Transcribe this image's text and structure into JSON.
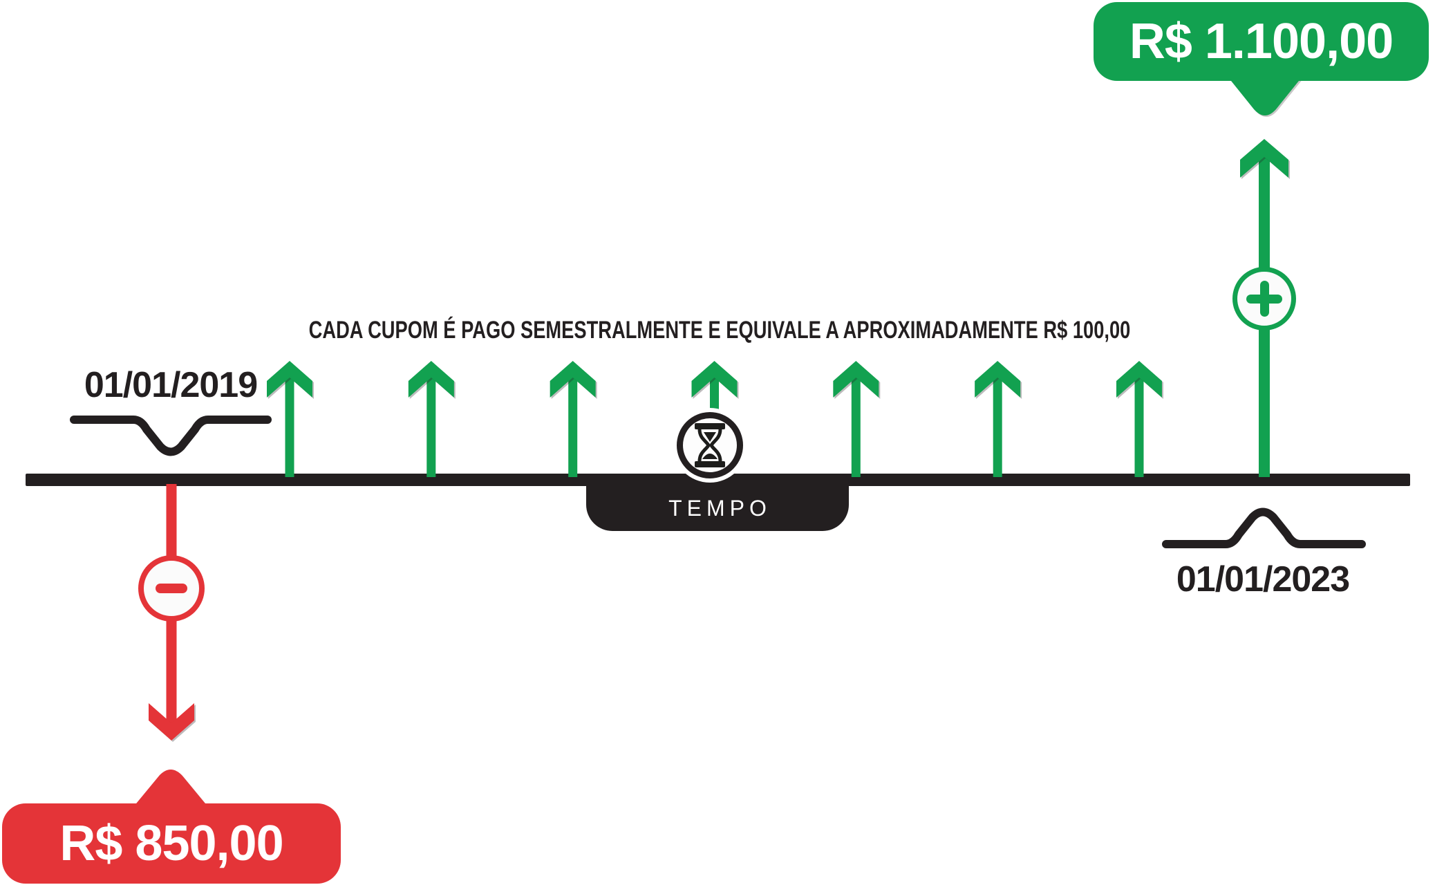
{
  "note": "CADA CUPOM É PAGO SEMESTRALMENTE E EQUIVALE A APROXIMADAMENTE R$ 100,00",
  "timeline": {
    "label": "TEMPO",
    "start_date": "01/01/2019",
    "end_date": "01/01/2023"
  },
  "purchase": {
    "amount": "R$ 850,00",
    "sign": "−"
  },
  "redemption": {
    "amount": "R$ 1.100,00",
    "sign": "+"
  },
  "coupons": {
    "count": 7
  },
  "icons": {
    "hourglass_icon": "⌛",
    "plus_icon": "+",
    "minus_icon": "−",
    "coupon_arrow_icon": "↑",
    "outflow_arrow_icon": "↓"
  },
  "colors": {
    "green": "#12A150",
    "red": "#E43438",
    "black": "#231F20",
    "circle_fill": "#FBFBFB"
  }
}
